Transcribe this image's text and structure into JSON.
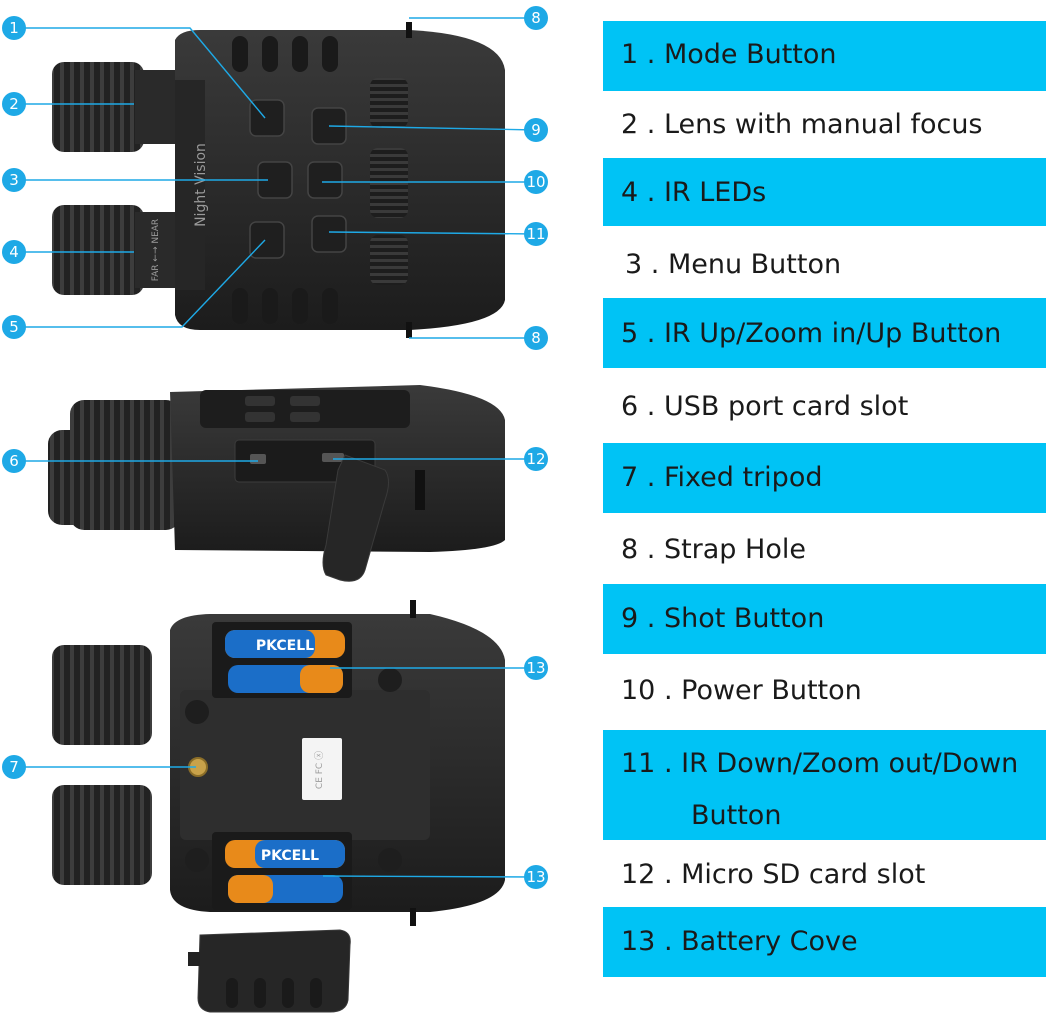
{
  "colors": {
    "accent": "#00c3f5",
    "marker": "#1ea9e6",
    "device": "#2b2b2b",
    "device_dark": "#141414",
    "battery_orange": "#e88a1a",
    "battery_blue": "#1b6ec8"
  },
  "device_labels": {
    "night_vision": "Night Vision",
    "far_near": "FAR ←→ NEAR",
    "battery_brand": "PKCELL",
    "cert_marks": "CE FC ⓧ"
  },
  "markers": [
    {
      "id": "1",
      "label": "1"
    },
    {
      "id": "2",
      "label": "2"
    },
    {
      "id": "3",
      "label": "3"
    },
    {
      "id": "4",
      "label": "4"
    },
    {
      "id": "5",
      "label": "5"
    },
    {
      "id": "8a",
      "label": "8"
    },
    {
      "id": "8b",
      "label": "8"
    },
    {
      "id": "9",
      "label": "9"
    },
    {
      "id": "10",
      "label": "10"
    },
    {
      "id": "11",
      "label": "11"
    },
    {
      "id": "6",
      "label": "6"
    },
    {
      "id": "12",
      "label": "12"
    },
    {
      "id": "7",
      "label": "7"
    },
    {
      "id": "13a",
      "label": "13"
    },
    {
      "id": "13b",
      "label": "13"
    }
  ],
  "legend": [
    {
      "num": "1 .",
      "text": "Mode Button",
      "highlight": true
    },
    {
      "num": "2 .",
      "text": "Lens with manual focus",
      "highlight": false
    },
    {
      "num": "4 .",
      "text": "IR LEDs",
      "highlight": true
    },
    {
      "num": "3 .",
      "text": "Menu Button",
      "highlight": false
    },
    {
      "num": "5 .",
      "text": "IR Up/Zoom in/Up Button",
      "highlight": true
    },
    {
      "num": "6 .",
      "text": "USB port card slot",
      "highlight": false
    },
    {
      "num": "7 .",
      "text": "Fixed tripod",
      "highlight": true
    },
    {
      "num": "8 .",
      "text": "Strap Hole",
      "highlight": false
    },
    {
      "num": "9 .",
      "text": "Shot Button",
      "highlight": true
    },
    {
      "num": "10 .",
      "text": "Power Button",
      "highlight": false
    },
    {
      "num": "11 .",
      "text": "IR Down/Zoom out/Down",
      "text2": "Button",
      "highlight": true
    },
    {
      "num": "12 .",
      "text": "Micro SD card slot",
      "highlight": false
    },
    {
      "num": "13 .",
      "text": "Battery Cove",
      "highlight": true
    }
  ]
}
